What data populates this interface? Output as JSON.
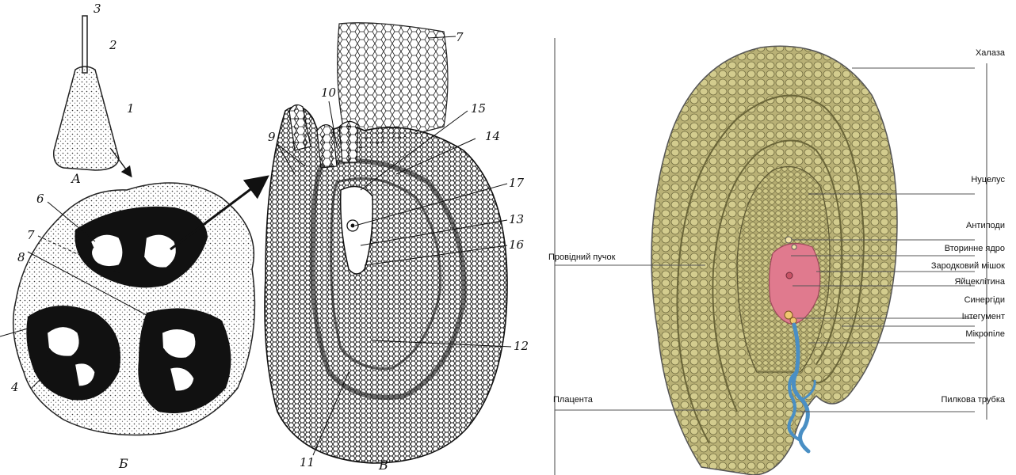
{
  "left_figure": {
    "numbers": {
      "n1": "1",
      "n2": "2",
      "n3": "3",
      "n4": "4",
      "n6": "6",
      "n7a": "7",
      "n7b": "7",
      "n8": "8",
      "n9": "9",
      "n10": "10",
      "n11": "11",
      "n12": "12",
      "n13": "13",
      "n14": "14",
      "n15": "15",
      "n16": "16",
      "n17": "17"
    },
    "panel_letters": {
      "a": "А",
      "b": "Б",
      "v": "В"
    }
  },
  "right_figure": {
    "labels": {
      "chalaza": "Халаза",
      "nucellus": "Нуцелус",
      "antipodes": "Антиподи",
      "secondary_nucleus": "Вторинне ядро",
      "embryo_sac": "Зародковий мішок",
      "egg_cell": "Яйцеклітина",
      "synergids": "Синергіди",
      "integument": "Інтегумент",
      "micropyle": "Мікропіле",
      "pollen_tube": "Пилкова трубка",
      "vascular_bundle": "Провідний пучок",
      "placenta": "Плацента"
    },
    "colors": {
      "tissue": "#b9b176",
      "cell_outline": "#6f6a3e",
      "embryo_sac": "#e07a8e",
      "pollen_tube": "#4a8fc4"
    }
  }
}
